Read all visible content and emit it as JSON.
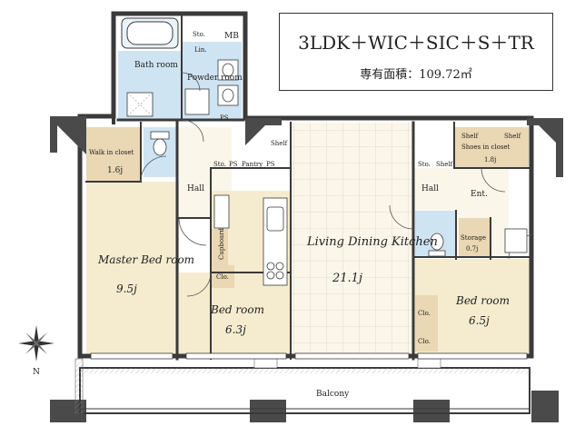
{
  "header": {
    "layout_type": "3LDK＋WIC＋SIC＋S＋TR",
    "area_label": "専有面積：",
    "area_value": "109.72㎡"
  },
  "rooms": {
    "bath_name": "Bath room",
    "powder_name": "Powder room",
    "sto_top": "Sto.",
    "lin": "Lin.",
    "mb": "MB",
    "ps_left": "PS",
    "walkin_name": "Walk in closet",
    "walkin_size": "1.6j",
    "hall_left": "Hall",
    "master_name": "Master Bed room",
    "master_size": "9.5j",
    "bed2_name": "Bed room",
    "bed2_size": "6.3j",
    "cupboard": "Cupboard",
    "clo_bed2": "Clo.",
    "sto_mid": "Sto.",
    "ps_mid": "PS",
    "pantry": "Pantry",
    "ps_mid2": "PS",
    "shelf_kitchen": "Shelf",
    "ldk_name": "Living Dining Kitchen",
    "ldk_size": "21.1j",
    "shelf_1": "Shelf",
    "shelf_2": "Shelf",
    "sic_name": "Shoes in closet",
    "sic_size": "1.8j",
    "sto_right": "Sto.",
    "shelf_right": "Shelf",
    "hall_right": "Hall",
    "ent": "Ent.",
    "storage_name": "Storage",
    "storage_size": "0.7j",
    "bed3_name": "Bed room",
    "bed3_size": "6.5j",
    "clo_bed3_a": "Clo.",
    "clo_bed3_b": "Clo.",
    "balcony": "Balcony",
    "compass_n": "N"
  },
  "colors": {
    "bedroom_floor": "#f5ebcf",
    "wet_floor": "#cfe4f3",
    "closet_floor": "#ead7b3",
    "ldk_floor": "#fbf6ea",
    "wall": "#3a3a3a"
  }
}
